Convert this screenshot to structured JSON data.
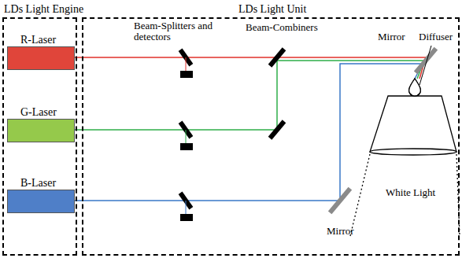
{
  "diagram": {
    "nodes": [
      {
        "text": [
          "LDs Light Engine"
        ]
      },
      {
        "text": [
          "R-Laser"
        ],
        "in": 0
      },
      {
        "text": [
          "G-Laser"
        ],
        "in": 0
      },
      {
        "text": [
          "B-Laser"
        ],
        "in": 0
      },
      {
        "text": [
          "LDs Light Unit"
        ]
      }
    ],
    "labels": [
      "Beam-Splitters and detectors",
      "Beam-Combiners",
      "Mirror",
      "Diffuser",
      "White Light",
      "Mirror"
    ]
  }
}
